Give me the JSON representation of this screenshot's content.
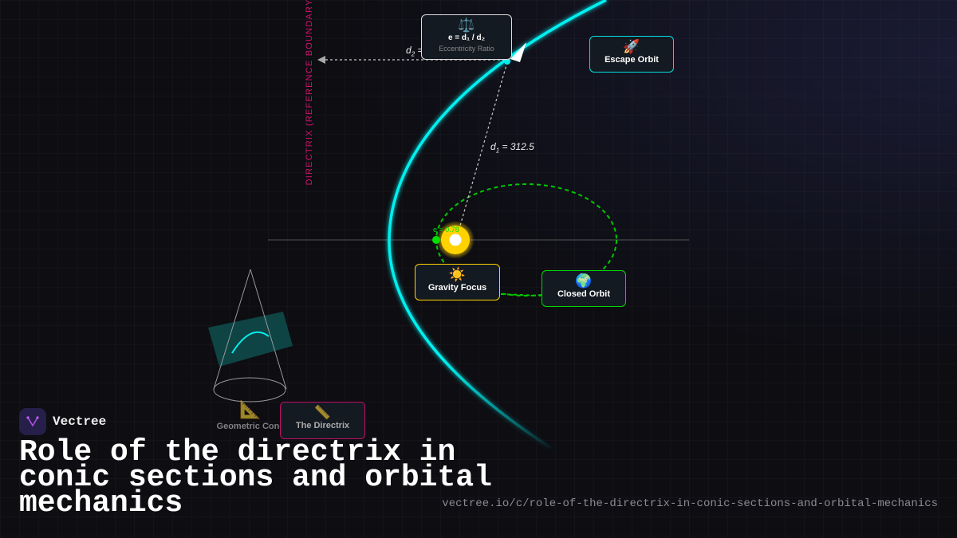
{
  "diagram": {
    "directrix_label": "DIRECTRIX (REFERENCE BOUNDARY)",
    "d2_label": "d",
    "d2_sub": "2",
    "d2_suffix": " =",
    "d1_label": "d",
    "d1_sub": "1",
    "d1_suffix": " = 312.5",
    "eccentricity_value": "e = 0.78",
    "colors": {
      "hyperbola": "#00f0f0",
      "ellipse": "#00c800",
      "directrix": "#d4106f",
      "focus": "#ffd200"
    }
  },
  "cards": {
    "ratio": {
      "icon": "balance-scale",
      "icon_glyph": "⚖️",
      "title": "e = d₁ / d₂",
      "subtitle": "Eccentricity Ratio"
    },
    "escape": {
      "icon": "rocket",
      "icon_glyph": "🚀",
      "title": "Escape Orbit"
    },
    "focus": {
      "icon": "sun",
      "icon_glyph": "☀️",
      "title": "Gravity Focus"
    },
    "closed": {
      "icon": "globe",
      "icon_glyph": "🌍",
      "title": "Closed Orbit"
    },
    "cone": {
      "icon": "triangle-ruler",
      "icon_glyph": "📐",
      "title": "Geometric Cone"
    },
    "directrix": {
      "icon": "ruler",
      "icon_glyph": "📏",
      "title": "The Directrix"
    }
  },
  "brand": {
    "name": "Vectree"
  },
  "title": "Role of the directrix in conic sections and orbital mechanics",
  "url": "vectree.io/c/role-of-the-directrix-in-conic-sections-and-orbital-mechanics"
}
